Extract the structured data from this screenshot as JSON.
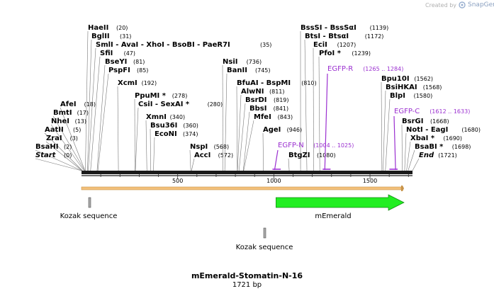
{
  "credit": {
    "prefix": "Created by",
    "brand": "SnapGene"
  },
  "map": {
    "name": "mEmerald-Stomatin-N-16",
    "length_label": "1721 bp",
    "length": 1721
  },
  "ticks": [
    500,
    1000,
    1500
  ],
  "sites": [
    {
      "name": "HaeII",
      "pos": 20,
      "star": false
    },
    {
      "name": "BglII",
      "pos": 31,
      "star": false
    },
    {
      "name": "SmlI - AvaI - XhoI - BsoBI - PaeR7I",
      "pos": 35,
      "star": false
    },
    {
      "name": "SfiI",
      "pos": 47,
      "star": false
    },
    {
      "name": "BseYI",
      "pos": 81,
      "star": false
    },
    {
      "name": "PspFI",
      "pos": 85,
      "star": false
    },
    {
      "name": "XcmI",
      "pos": 192,
      "star": false
    },
    {
      "name": "PpuMI",
      "pos": 278,
      "star": true
    },
    {
      "name": "CsiI - SexAI",
      "pos": 280,
      "star": true
    },
    {
      "name": "XmnI",
      "pos": 340,
      "star": false
    },
    {
      "name": "Bsu36I",
      "pos": 360,
      "star": false
    },
    {
      "name": "EcoNI",
      "pos": 374,
      "star": false
    },
    {
      "name": "NspI",
      "pos": 568,
      "star": false
    },
    {
      "name": "AccI",
      "pos": 572,
      "star": false
    },
    {
      "name": "NsiI",
      "pos": 736,
      "star": false
    },
    {
      "name": "BanII",
      "pos": 745,
      "star": false
    },
    {
      "name": "BfuAI - BspMI",
      "pos": 810,
      "star": false
    },
    {
      "name": "AlwNI",
      "pos": 811,
      "star": false
    },
    {
      "name": "BsrDI",
      "pos": 819,
      "star": false
    },
    {
      "name": "BbsI",
      "pos": 841,
      "star": false
    },
    {
      "name": "MfeI",
      "pos": 843,
      "star": false
    },
    {
      "name": "AgeI",
      "pos": 946,
      "star": false
    },
    {
      "name": "BssSI - BssSαI",
      "pos": 1139,
      "star": false
    },
    {
      "name": "BtsI - BtsαI",
      "pos": 1172,
      "star": false
    },
    {
      "name": "EciI",
      "pos": 1207,
      "star": false
    },
    {
      "name": "PfoI",
      "pos": 1239,
      "star": true
    },
    {
      "name": "BtgZI",
      "pos": 1080,
      "star": false
    },
    {
      "name": "Bpu10I",
      "pos": 1562,
      "star": false
    },
    {
      "name": "BsiHKAI",
      "pos": 1568,
      "star": false
    },
    {
      "name": "BlpI",
      "pos": 1580,
      "star": false
    },
    {
      "name": "BsrGI",
      "pos": 1668,
      "star": false
    },
    {
      "name": "NotI - EagI",
      "pos": 1680,
      "star": false
    },
    {
      "name": "XbaI",
      "pos": 1690,
      "star": true
    },
    {
      "name": "BsaBI",
      "pos": 1698,
      "star": true
    },
    {
      "name": "End",
      "pos": 1721,
      "star": false,
      "italic": true
    },
    {
      "name": "AfeI",
      "pos": 18,
      "star": false
    },
    {
      "name": "BmtI",
      "pos": 17,
      "star": false
    },
    {
      "name": "NheI",
      "pos": 13,
      "star": false
    },
    {
      "name": "AatII",
      "pos": 5,
      "star": false
    },
    {
      "name": "ZraI",
      "pos": 3,
      "star": false
    },
    {
      "name": "BsaHI",
      "pos": 2,
      "star": false
    },
    {
      "name": "Start",
      "pos": 0,
      "star": false,
      "italic": true
    }
  ],
  "primers": [
    {
      "name": "EGFP-R",
      "range": "(1265 .. 1284)",
      "start": 1265,
      "end": 1284,
      "strand": "reverse"
    },
    {
      "name": "EGFP-N",
      "range": "(1004 .. 1025)",
      "start": 1004,
      "end": 1025,
      "strand": "reverse"
    },
    {
      "name": "EGFP-C",
      "range": "(1612 .. 1633)",
      "start": 1612,
      "end": 1633,
      "strand": "forward"
    }
  ],
  "features": [
    {
      "name": "Kozak sequence",
      "start": 3,
      "end": 12,
      "type": "box"
    },
    {
      "name": "mEmerald",
      "start": 1000,
      "end": 1719,
      "type": "arrow",
      "color": "#22ee22"
    },
    {
      "name": "Kozak sequence",
      "start": 960,
      "end": 969,
      "type": "box"
    }
  ],
  "colors": {
    "primer": "#9b30d0",
    "orf_fill": "#f3c07a",
    "orf_stroke": "#c8944a",
    "feature": "#22ee22"
  }
}
